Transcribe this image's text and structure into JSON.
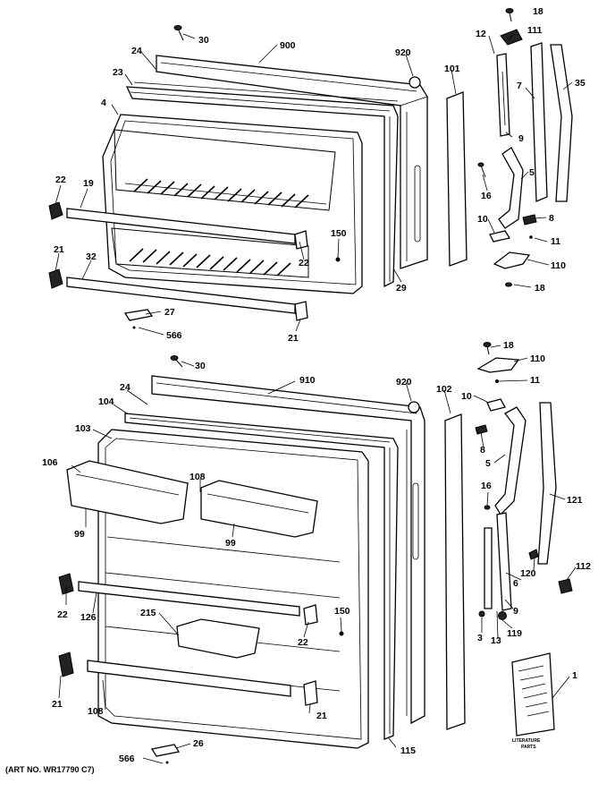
{
  "labels": {
    "p1": "1",
    "p3": "3",
    "p4": "4",
    "p5a": "5",
    "p5b": "5",
    "p6": "6",
    "p7": "7",
    "p8a": "8",
    "p8b": "8",
    "p9a": "9",
    "p9b": "9",
    "p10a": "10",
    "p10b": "10",
    "p11a": "11",
    "p11b": "11",
    "p12": "12",
    "p13": "13",
    "p16a": "16",
    "p16b": "16",
    "p18a": "18",
    "p18b": "18",
    "p18c": "18",
    "p19": "19",
    "p21a": "21",
    "p21b": "21",
    "p21c": "21",
    "p21d": "21",
    "p22a": "22",
    "p22b": "22",
    "p22c": "22",
    "p22d": "22",
    "p23": "23",
    "p24a": "24",
    "p24b": "24",
    "p26": "26",
    "p27": "27",
    "p29": "29",
    "p30a": "30",
    "p30b": "30",
    "p32": "32",
    "p35": "35",
    "p99a": "99",
    "p99b": "99",
    "p101": "101",
    "p102": "102",
    "p103": "103",
    "p104": "104",
    "p106": "106",
    "p108a": "108",
    "p108b": "108",
    "p110a": "110",
    "p110b": "110",
    "p111": "111",
    "p112": "112",
    "p115": "115",
    "p119": "119",
    "p120": "120",
    "p121": "121",
    "p126": "126",
    "p150a": "150",
    "p150b": "150",
    "p215": "215",
    "p566a": "566",
    "p566b": "566",
    "p900": "900",
    "p910": "910",
    "p920a": "920",
    "p920b": "920"
  },
  "art_number": "(ART NO. WR17790 C7)",
  "literature": {
    "caption_line1": "LITERATURE",
    "caption_line2": "PARTS"
  }
}
